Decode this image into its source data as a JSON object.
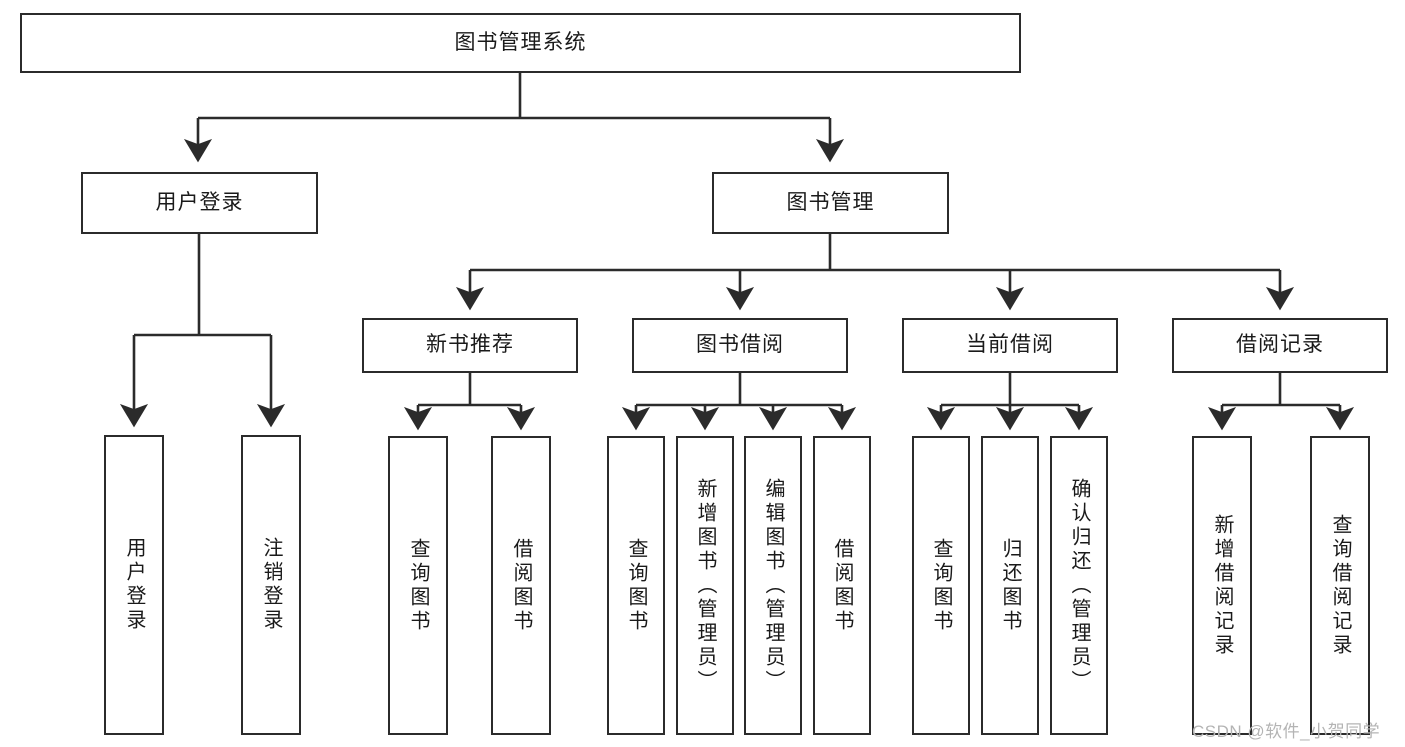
{
  "diagram": {
    "title": "图书管理系统",
    "watermark": "CSDN @软件_小贺同学",
    "colors": {
      "node_border": "#2b2b2b",
      "node_fill": "#ffffff",
      "edge": "#2b2b2b",
      "text": "#1a1a1a",
      "watermark": "#b4b4b4",
      "background": "#ffffff"
    },
    "nodes": {
      "root": {
        "label": "图书管理系统"
      },
      "level1": [
        {
          "label": "用户登录"
        },
        {
          "label": "图书管理"
        }
      ],
      "level2": [
        {
          "label": "新书推荐"
        },
        {
          "label": "图书借阅"
        },
        {
          "label": "当前借阅"
        },
        {
          "label": "借阅记录"
        }
      ],
      "leaves": {
        "user_login": [
          {
            "label": "用户登录"
          },
          {
            "label": "注销登录"
          }
        ],
        "new_book_recommend": [
          {
            "label": "查询图书"
          },
          {
            "label": "借阅图书"
          }
        ],
        "book_borrow": [
          {
            "label": "查询图书"
          },
          {
            "label": "新增图书（管理员）"
          },
          {
            "label": "编辑图书（管理员）"
          },
          {
            "label": "借阅图书"
          }
        ],
        "current_borrow": [
          {
            "label": "查询图书"
          },
          {
            "label": "归还图书"
          },
          {
            "label": "确认归还（管理员）"
          }
        ],
        "borrow_record": [
          {
            "label": "新增借阅记录"
          },
          {
            "label": "查询借阅记录"
          }
        ]
      }
    },
    "chart_data": {
      "type": "tree",
      "title": "图书管理系统",
      "root": "图书管理系统",
      "edges": [
        [
          "图书管理系统",
          "用户登录"
        ],
        [
          "图书管理系统",
          "图书管理"
        ],
        [
          "用户登录",
          "用户登录"
        ],
        [
          "用户登录",
          "注销登录"
        ],
        [
          "图书管理",
          "新书推荐"
        ],
        [
          "图书管理",
          "图书借阅"
        ],
        [
          "图书管理",
          "当前借阅"
        ],
        [
          "图书管理",
          "借阅记录"
        ],
        [
          "新书推荐",
          "查询图书"
        ],
        [
          "新书推荐",
          "借阅图书"
        ],
        [
          "图书借阅",
          "查询图书"
        ],
        [
          "图书借阅",
          "新增图书（管理员）"
        ],
        [
          "图书借阅",
          "编辑图书（管理员）"
        ],
        [
          "图书借阅",
          "借阅图书"
        ],
        [
          "当前借阅",
          "查询图书"
        ],
        [
          "当前借阅",
          "归还图书"
        ],
        [
          "当前借阅",
          "确认归还（管理员）"
        ],
        [
          "借阅记录",
          "新增借阅记录"
        ],
        [
          "借阅记录",
          "查询借阅记录"
        ]
      ]
    }
  }
}
